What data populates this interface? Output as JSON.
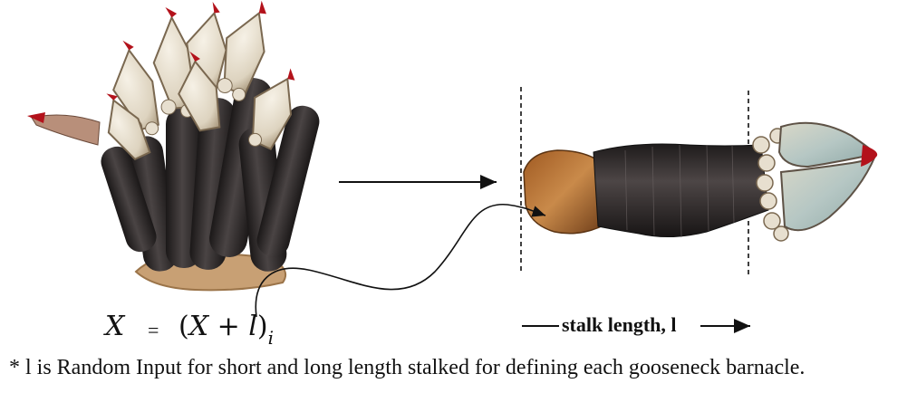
{
  "equation": {
    "lhs": "X",
    "equals": "=",
    "open_paren": "(",
    "rhs_var": "X + l",
    "close_paren": ")",
    "subscript": "i"
  },
  "stalk_label": "stalk length, l",
  "footnote": "* l is Random Input for short and long length stalked for defining each gooseneck barnacle.",
  "colors": {
    "stalk": "#2b2626",
    "plate": "#e4dccb",
    "plate_edge": "#8c7a62",
    "tip": "#b3121b",
    "base": "#c8a074"
  }
}
